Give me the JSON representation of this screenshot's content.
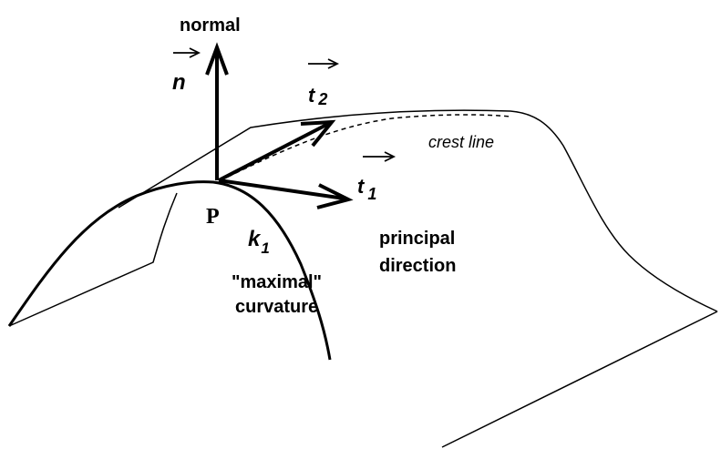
{
  "labels": {
    "normal": "normal",
    "n": "n",
    "t2_base": "t",
    "t2_sub": "2",
    "t1_base": "t",
    "t1_sub": "1",
    "crest_line": "crest line",
    "point": "P",
    "k1_base": "k",
    "k1_sub": "1",
    "principal_line1": "principal",
    "principal_line2": "direction",
    "maximal_line1": "\"maximal\"",
    "maximal_line2": "curvature"
  }
}
